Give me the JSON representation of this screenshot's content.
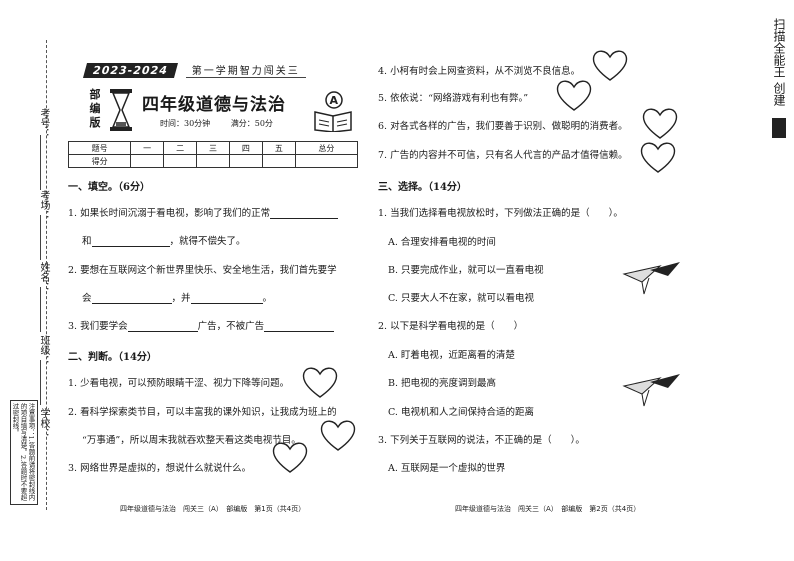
{
  "binding": {
    "labels": [
      "考号：",
      "考场：",
      "姓名：",
      "班级：",
      "学校："
    ],
    "note": "注意事项：1.答题前请将密封线内的项目填写清楚。2.答题时不要超过密封线。"
  },
  "header": {
    "year": "2023-2024",
    "subtitle": "第一学期智力闯关三",
    "edition": "部编版",
    "title": "四年级道德与法治",
    "time": "时间：30分钟",
    "full_score": "满分：50分"
  },
  "score_table": {
    "row1": [
      "题号",
      "一",
      "二",
      "三",
      "四",
      "五",
      "总分"
    ],
    "row2": [
      "得分",
      "",
      "",
      "",
      "",
      "",
      ""
    ]
  },
  "left": {
    "s1_title": "一、填空。（6分）",
    "q1a": "1. 如果长时间沉溺于看电视，影响了我们的正常",
    "q1b_pre": "和",
    "q1b_post": "，就得不偿失了。",
    "q2a": "2. 要想在互联网这个新世界里快乐、安全地生活，我们首先要学",
    "q2b_pre": "会",
    "q2b_mid": "，并",
    "q2b_post": "。",
    "q3_pre": "3. 我们要学会",
    "q3_mid": "广告，不被广告",
    "s2_title": "二、判断。（14分）",
    "j1": "1. 少看电视，可以预防眼睛干涩、视力下降等问题。",
    "j2a": "2. 看科学探索类节目，可以丰富我的课外知识，让我成为班上的",
    "j2b": "“万事通”，所以周末我就吞欢整天看这类电视节目。",
    "j3": "3. 网络世界是虚拟的，想说什么就说什么。",
    "footer": "四年级道德与法治　闯关三（A）　部编版　第1页（共4页）"
  },
  "right": {
    "j4": "4. 小柯有时会上网查资料，从不浏览不良信息。",
    "j5": "5. 依依说：“网络游戏有利也有弊。”",
    "j6": "6. 对各式各样的广告，我们要善于识别、做聪明的消费者。",
    "j7": "7. 广告的内容并不可信，只有名人代言的产品才值得信赖。",
    "s3_title": "三、选择。（14分）",
    "c1": "1. 当我们选择看电视放松时，下列做法正确的是（　　）。",
    "c1a": "A. 合理安排看电视的时间",
    "c1b": "B. 只要完成作业，就可以一直看电视",
    "c1c": "C. 只要大人不在家，就可以看电视",
    "c2": "2. 以下是科学看电视的是（　　）",
    "c2a": "A. 盯着电视，近距离看的清楚",
    "c2b": "B. 把电视的亮度调到最高",
    "c2c": "C. 电视机和人之间保持合适的距离",
    "c3": "3. 下列关于互联网的说法，不正确的是（　　）。",
    "c3a": "A. 互联网是一个虚拟的世界",
    "footer": "四年级道德与法治　闯关三（A）　部编版　第2页（共4页）"
  },
  "scan_mark": "扫描全能王 创建",
  "icons": [
    "heart-icon",
    "paper-plane-icon",
    "hourglass-icon",
    "book-icon"
  ],
  "colors": {
    "ink": "#1a1a1a",
    "banner": "#222222"
  }
}
